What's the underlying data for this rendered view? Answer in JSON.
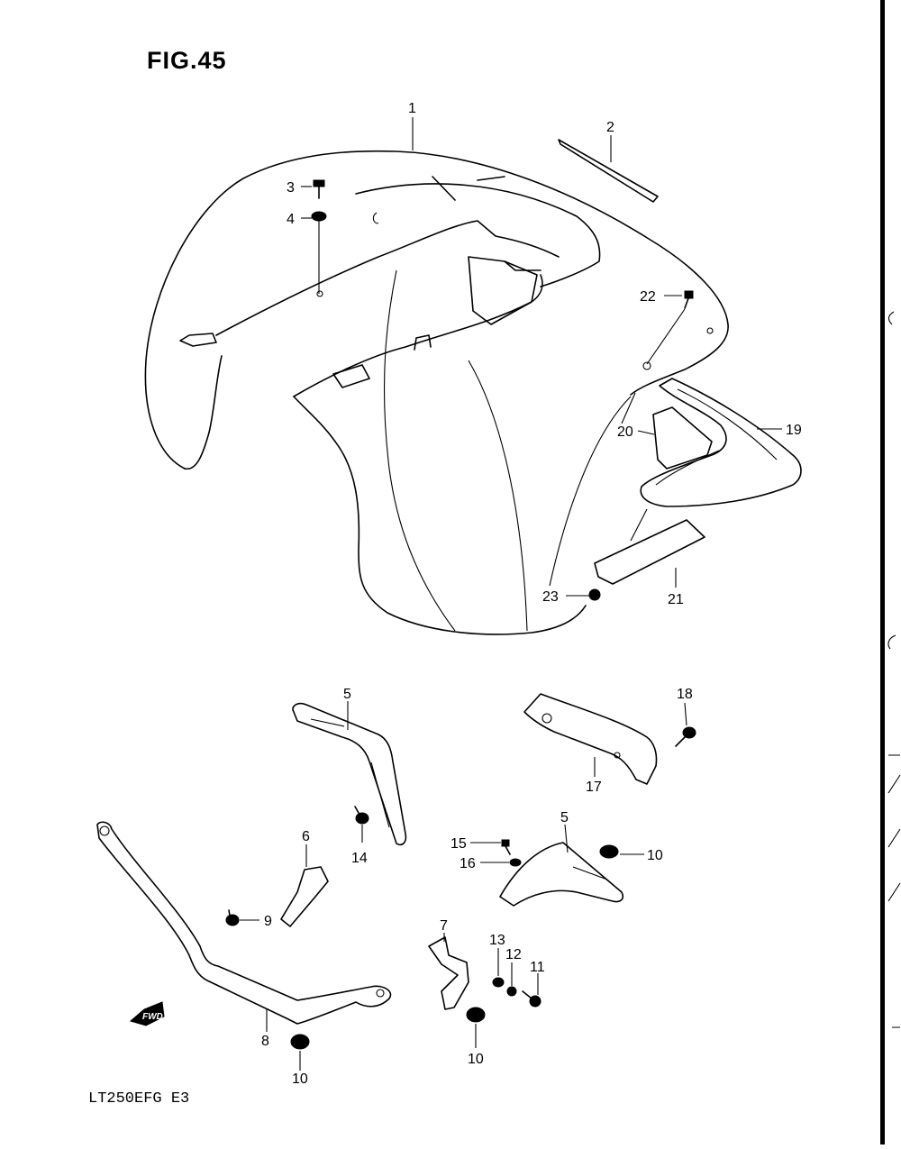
{
  "figure": {
    "title": "FIG.45",
    "model_code": "LT250EFG  E3",
    "fwd_label": "FWD"
  },
  "callouts": [
    {
      "id": "c1",
      "label": "1"
    },
    {
      "id": "c2",
      "label": "2"
    },
    {
      "id": "c3",
      "label": "3"
    },
    {
      "id": "c4",
      "label": "4"
    },
    {
      "id": "c22",
      "label": "22"
    },
    {
      "id": "c20",
      "label": "20"
    },
    {
      "id": "c19",
      "label": "19"
    },
    {
      "id": "c23",
      "label": "23"
    },
    {
      "id": "c21",
      "label": "21"
    },
    {
      "id": "c5a",
      "label": "5"
    },
    {
      "id": "c18",
      "label": "18"
    },
    {
      "id": "c17",
      "label": "17"
    },
    {
      "id": "c6",
      "label": "6"
    },
    {
      "id": "c14",
      "label": "14"
    },
    {
      "id": "c9",
      "label": "9"
    },
    {
      "id": "c15",
      "label": "15"
    },
    {
      "id": "c16",
      "label": "16"
    },
    {
      "id": "c5b",
      "label": "5"
    },
    {
      "id": "c10a",
      "label": "10"
    },
    {
      "id": "c7",
      "label": "7"
    },
    {
      "id": "c13",
      "label": "13"
    },
    {
      "id": "c12",
      "label": "12"
    },
    {
      "id": "c11",
      "label": "11"
    },
    {
      "id": "c8",
      "label": "8"
    },
    {
      "id": "c10b",
      "label": "10"
    },
    {
      "id": "c10c",
      "label": "10"
    }
  ]
}
